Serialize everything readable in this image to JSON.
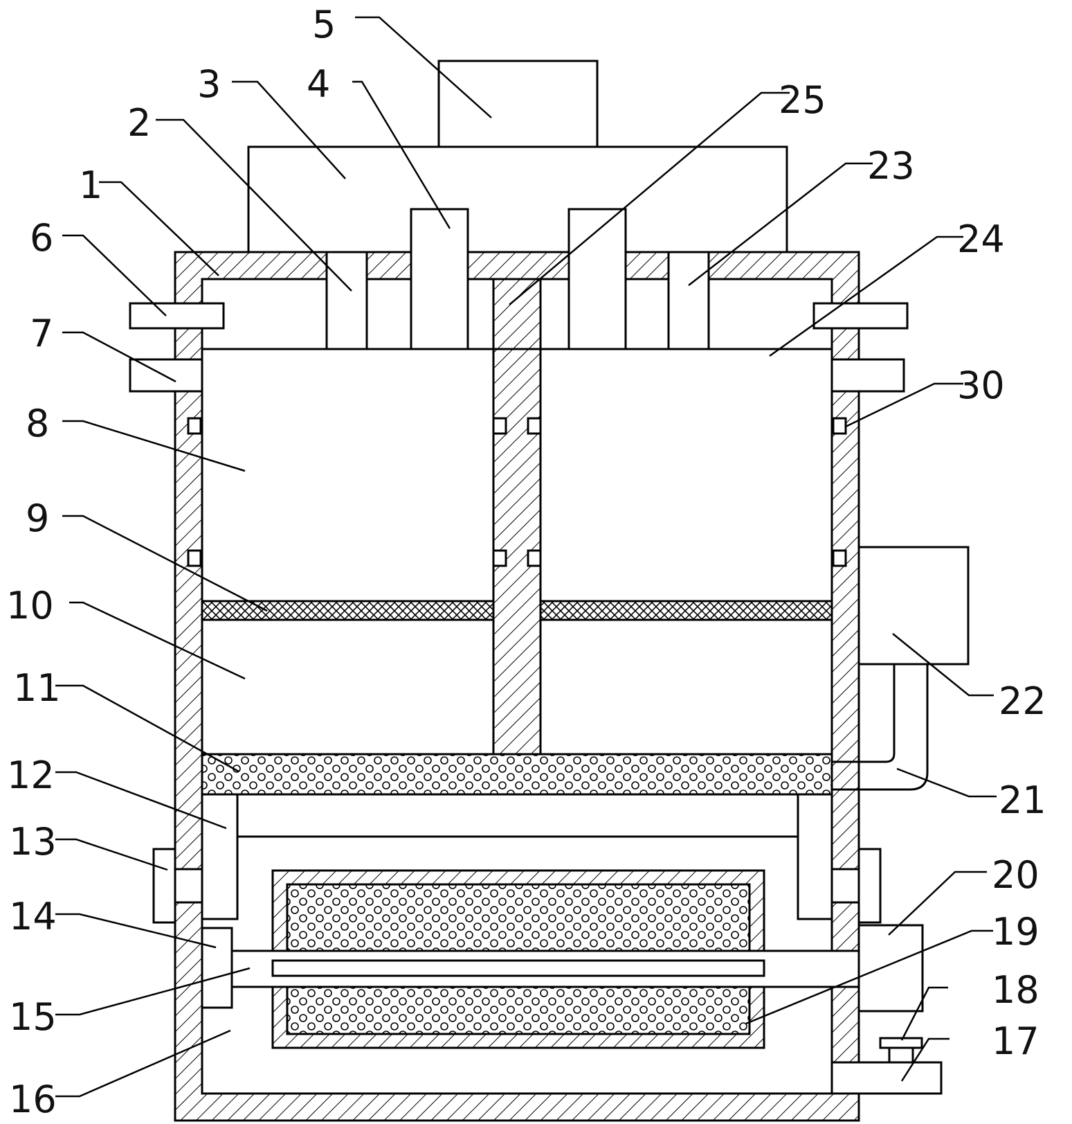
{
  "diagram": {
    "type": "patent-schematic",
    "callouts": [
      {
        "id": "1",
        "text": "1"
      },
      {
        "id": "2",
        "text": "2"
      },
      {
        "id": "3",
        "text": "3"
      },
      {
        "id": "4",
        "text": "4"
      },
      {
        "id": "5",
        "text": "5"
      },
      {
        "id": "6",
        "text": "6"
      },
      {
        "id": "7",
        "text": "7"
      },
      {
        "id": "8",
        "text": "8"
      },
      {
        "id": "9",
        "text": "9"
      },
      {
        "id": "10",
        "text": "10"
      },
      {
        "id": "11",
        "text": "11"
      },
      {
        "id": "12",
        "text": "12"
      },
      {
        "id": "13",
        "text": "13"
      },
      {
        "id": "14",
        "text": "14"
      },
      {
        "id": "15",
        "text": "15"
      },
      {
        "id": "16",
        "text": "16"
      },
      {
        "id": "17",
        "text": "17"
      },
      {
        "id": "18",
        "text": "18"
      },
      {
        "id": "19",
        "text": "19"
      },
      {
        "id": "20",
        "text": "20"
      },
      {
        "id": "21",
        "text": "21"
      },
      {
        "id": "22",
        "text": "22"
      },
      {
        "id": "23",
        "text": "23"
      },
      {
        "id": "24",
        "text": "24"
      },
      {
        "id": "25",
        "text": "25"
      },
      {
        "id": "30",
        "text": "30"
      }
    ]
  }
}
